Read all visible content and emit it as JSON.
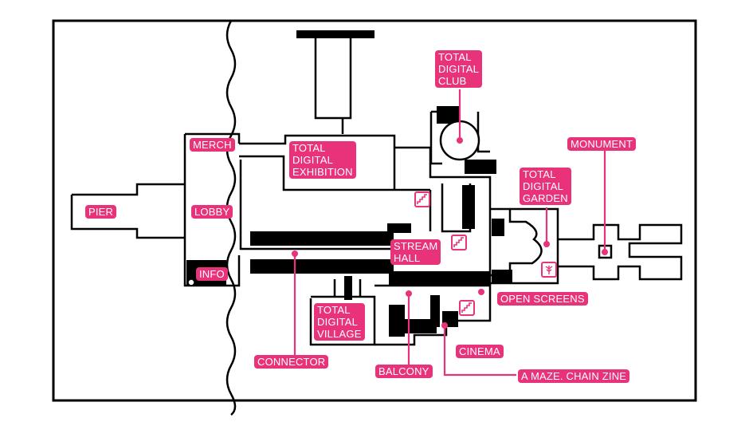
{
  "map": {
    "accent_color": "#e8337a",
    "labels": {
      "pier": "PIER",
      "merch": "MERCH",
      "lobby": "LOBBY",
      "info": "INFO",
      "exhibition": "TOTAL\nDIGITAL\nEXHIBITION",
      "club": "TOTAL\nDIGITAL\nCLUB",
      "garden": "TOTAL\nDIGITAL\nGARDEN",
      "monument": "MONUMENT",
      "stream_hall": "STREAM\nHALL",
      "open_screens": "OPEN SCREENS",
      "village": "TOTAL\nDIGITAL\nVILLAGE",
      "connector": "CONNECTOR",
      "cinema": "CINEMA",
      "balcony": "BALCONY",
      "chain_zine": "A MAZE. CHAIN ZINE"
    },
    "icons": {
      "stairs": "stairs-icon",
      "tree": "tree-icon"
    }
  }
}
